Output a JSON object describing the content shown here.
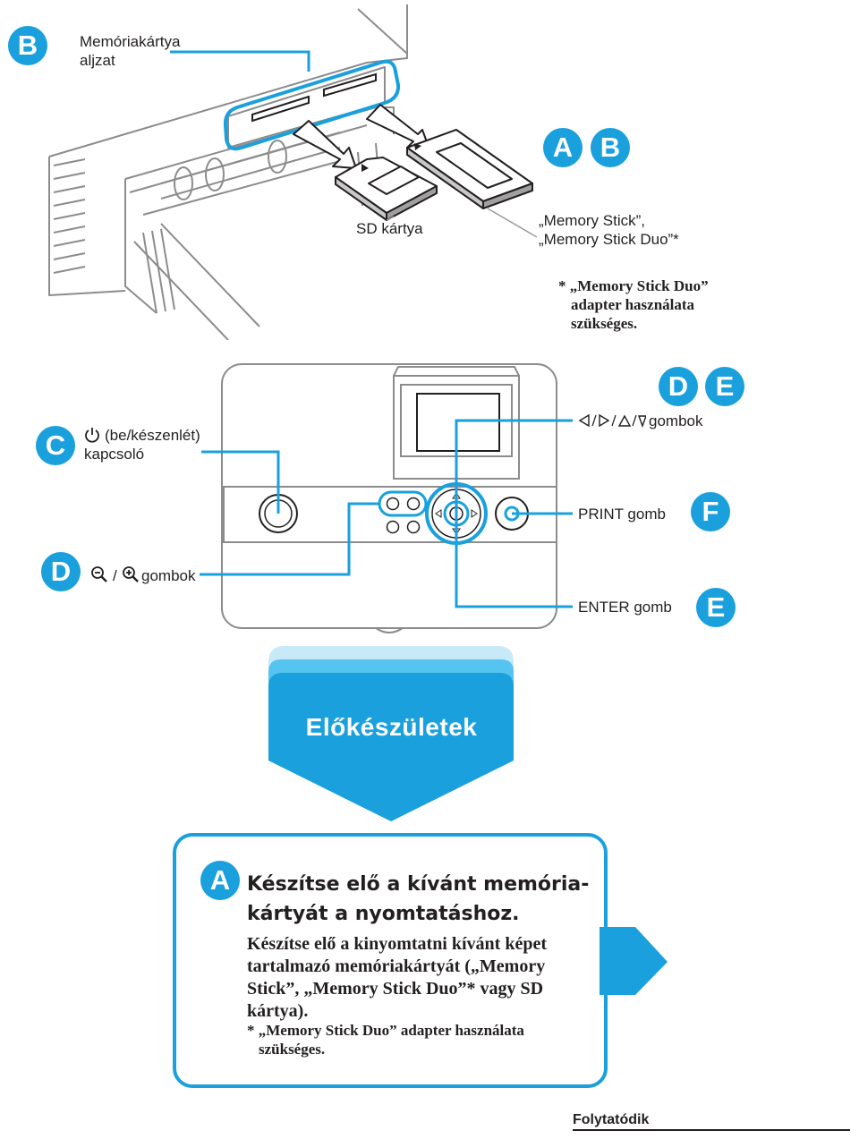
{
  "badges": {
    "b_top": "B",
    "a_cards": "A",
    "b_cards": "B",
    "c_power": "C",
    "d_top": "D",
    "e_top": "E",
    "f_print": "F",
    "d_zoom": "D",
    "e_enter": "E",
    "a_step": "A"
  },
  "labels": {
    "card_slot_line1": "Memóriakártya",
    "card_slot_line2": "aljzat",
    "sd_card": "SD kártya",
    "memory_stick_line1": "„Memory Stick”,",
    "memory_stick_line2": "„Memory Stick Duo”*",
    "power_line1": "(be/készenlét)",
    "power_line2": "kapcsoló",
    "arrows_suffix": "gombok",
    "print_button": "PRINT gomb",
    "zoom_suffix": "gombok",
    "enter_button": "ENTER gomb",
    "slash": "/"
  },
  "top_note": {
    "line1": "* „Memory Stick Duo”",
    "line2": "adapter használata",
    "line3": "szükséges."
  },
  "banner": {
    "title": "Előkészületek"
  },
  "step": {
    "heading_line1": "Készítse elő a kívánt memória-",
    "heading_line2": "kártyát a nyomtatáshoz.",
    "body_line1": "Készítse elő a kinyomtatni kívánt képet",
    "body_line2": "tartalmazó memóriakártyát („Memory",
    "body_line3": "Stick”, „Memory Stick Duo”* vagy SD",
    "body_line4": "kártya).",
    "note_line1": "* „Memory Stick Duo” adapter használata",
    "note_line2": "szükséges."
  },
  "footer": {
    "continue": "Folytatódik"
  },
  "colors": {
    "accent": "#1aa0dc",
    "banner_light": "#c8e9f8",
    "banner_mid": "#55c4f0",
    "text": "#231f20",
    "line_gray": "#9a9a9a"
  }
}
